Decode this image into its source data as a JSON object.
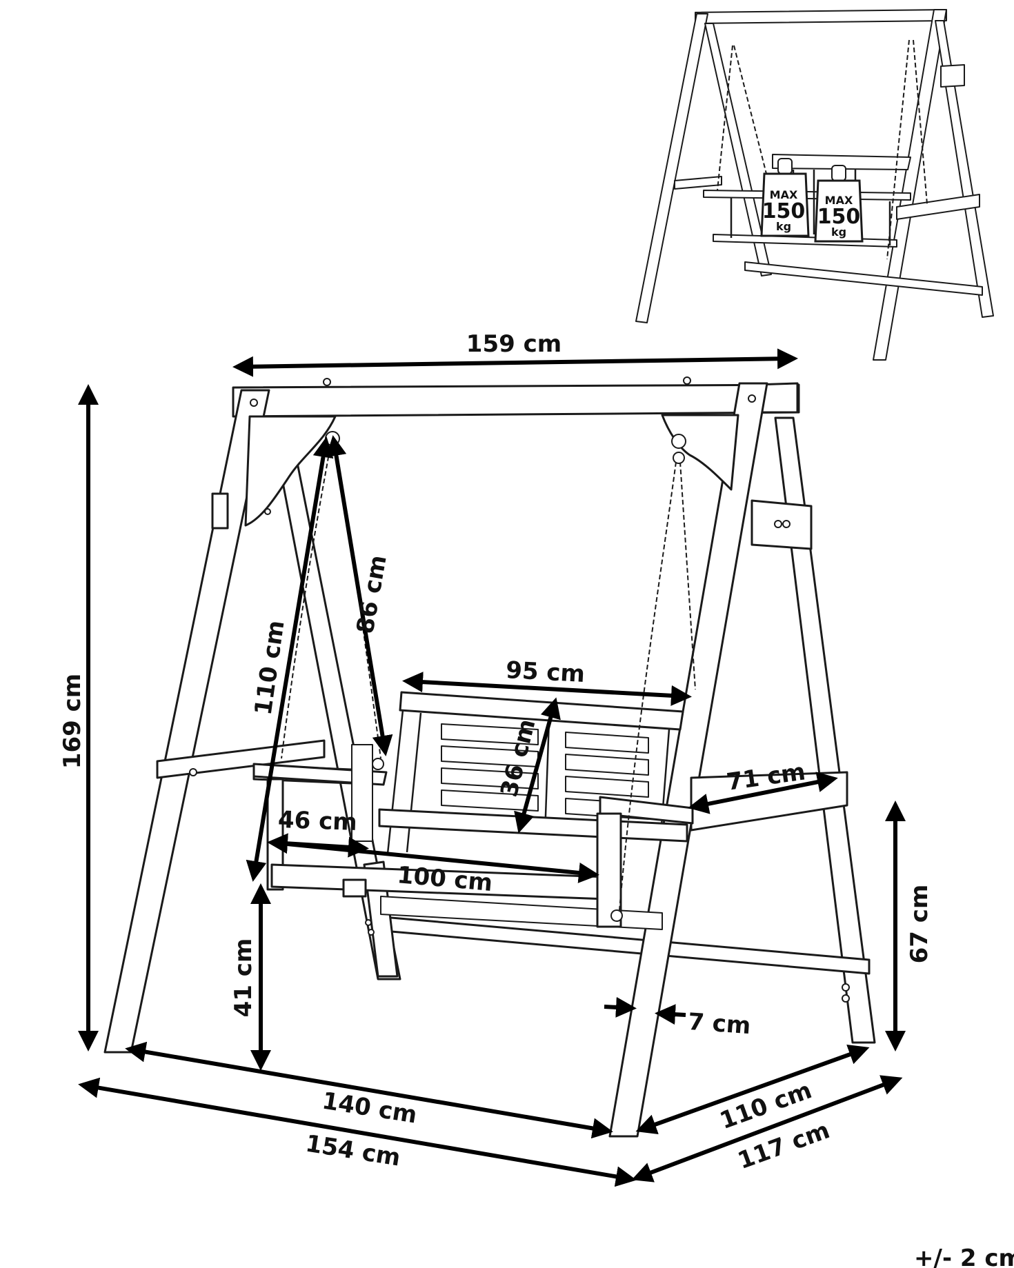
{
  "labels": {
    "width_top": "159 cm",
    "height_total": "169 cm",
    "chain_length": "86 cm",
    "seat_hang_height": "110 cm",
    "seat_width": "95 cm",
    "backrest_height": "36 cm",
    "armrest_depth": "71 cm",
    "seat_depth": "46 cm",
    "seat_total_width": "100 cm",
    "seat_height": "41 cm",
    "armrest_height": "67 cm",
    "post_thickness": "7 cm",
    "inner_width": "140 cm",
    "outer_width": "154 cm",
    "inner_depth": "110 cm",
    "outer_depth": "117 cm",
    "tolerance": "+/- 2 cm"
  },
  "weights": [
    {
      "max": "MAX",
      "value": "150",
      "unit": "kg"
    },
    {
      "max": "MAX",
      "value": "150",
      "unit": "kg"
    }
  ],
  "icons": [
    "swing-frame-illustration",
    "weight-icon",
    "dimension-arrow-icon"
  ]
}
